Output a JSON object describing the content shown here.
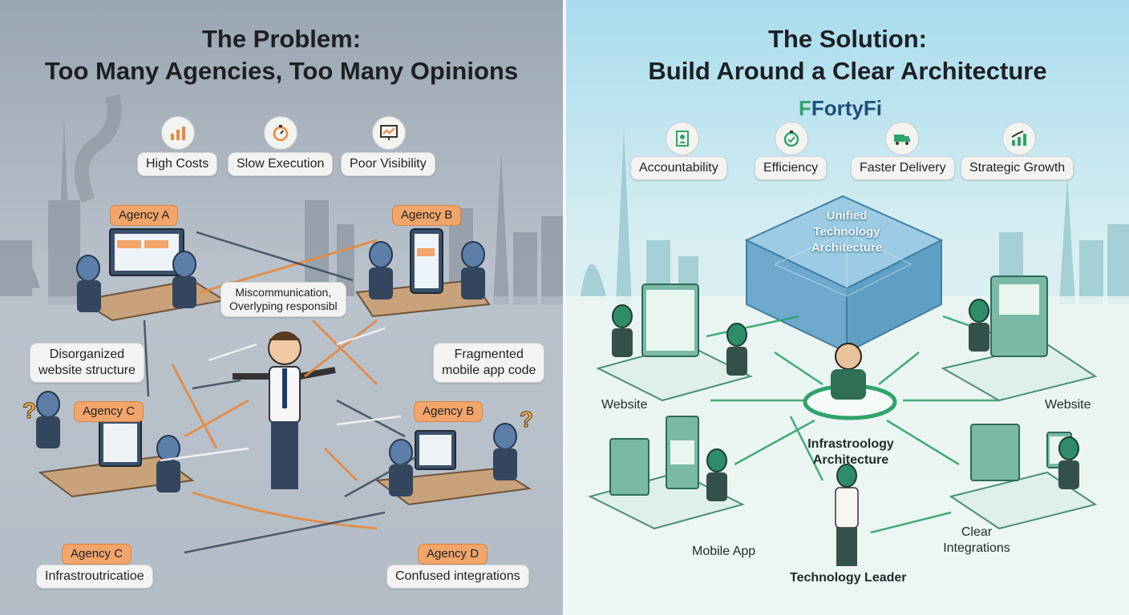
{
  "problem": {
    "title_line1": "The Problem:",
    "title_line2": "Too Many Agencies, Too Many Opinions",
    "issues": [
      {
        "label": "High Costs",
        "icon": "bar-chart-icon"
      },
      {
        "label": "Slow Execution",
        "icon": "stopwatch-icon"
      },
      {
        "label": "Poor Visibility",
        "icon": "monitor-chart-icon"
      }
    ],
    "agencies": {
      "a": "Agency A",
      "b_top": "Agency B",
      "c_mid": "Agency C",
      "b_mid": "Agency B",
      "c_bottom": "Agency C",
      "d": "Agency D"
    },
    "callouts": {
      "miscommunication_line1": "Miscommunication,",
      "miscommunication_line2": "Overlyping responsibl",
      "disorganized_line1": "Disorganized",
      "disorganized_line2": "website structure",
      "fragmented_line1": "Fragmented",
      "fragmented_line2": "mobile app code",
      "infra": "Infrastroutricatioe",
      "confused": "Confused integrations"
    }
  },
  "solution": {
    "title_line1": "The Solution:",
    "title_line2": "Build Around a Clear Architecture",
    "logo_mark": "F",
    "logo_text": "FortyFi",
    "benefits": [
      {
        "label": "Accountability",
        "icon": "clipboard-person-icon"
      },
      {
        "label": "Efficiency",
        "icon": "stopwatch-check-icon"
      },
      {
        "label": "Faster Delivery",
        "icon": "delivery-truck-icon"
      },
      {
        "label": "Strategic Growth",
        "icon": "growth-chart-icon"
      }
    ],
    "core_line1": "Unified",
    "core_line2": "Technology",
    "core_line3": "Architecture",
    "nodes": {
      "website_left": "Website",
      "website_right": "Website",
      "infra_line1": "Infrastroology",
      "infra_line2": "Architecture",
      "mobile": "Mobile App",
      "integrations_line1": "Clear",
      "integrations_line2": "Integrations",
      "leader": "Technology Leader"
    }
  },
  "colors": {
    "agency_tag": "#f1a56a",
    "problem_bg": "#aab4be",
    "solution_bg": "#d8eef2",
    "solution_accent": "#2fa36b",
    "cube": "#5f9fc4"
  }
}
